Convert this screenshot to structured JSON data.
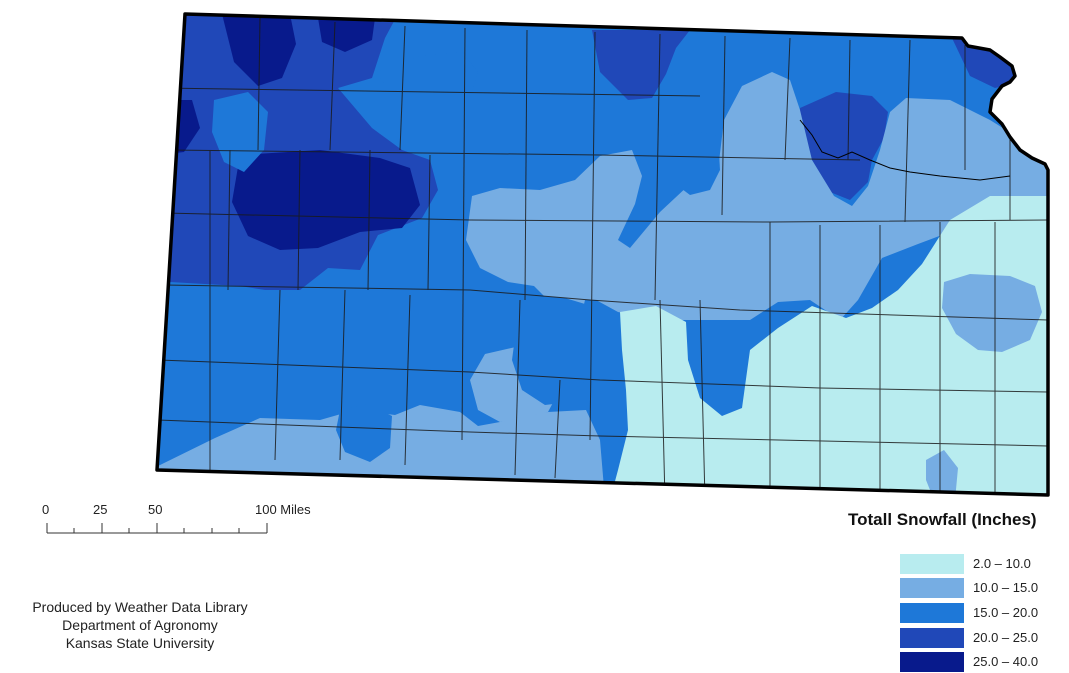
{
  "colors": {
    "c1": "#b8ecef",
    "c2": "#76ade3",
    "c3": "#1e78d8",
    "c4": "#2048b8",
    "c5": "#081a8c",
    "county_lines": "#1a1a1a",
    "border": "#000000"
  },
  "legend": {
    "title": "Totall Snowfall (Inches)",
    "items": [
      {
        "label": "2.0 – 10.0",
        "color": "#b8ecef"
      },
      {
        "label": "10.0 – 15.0",
        "color": "#76ade3"
      },
      {
        "label": "15.0 – 20.0",
        "color": "#1e78d8"
      },
      {
        "label": "20.0 – 25.0",
        "color": "#2048b8"
      },
      {
        "label": "25.0 – 40.0",
        "color": "#081a8c"
      }
    ]
  },
  "scale_bar": {
    "labels": [
      "0",
      "25",
      "50",
      "100 Miles"
    ]
  },
  "credits": {
    "line1": "Produced by Weather Data Library",
    "line2": "Department of Agronomy",
    "line3": "Kansas State University"
  }
}
